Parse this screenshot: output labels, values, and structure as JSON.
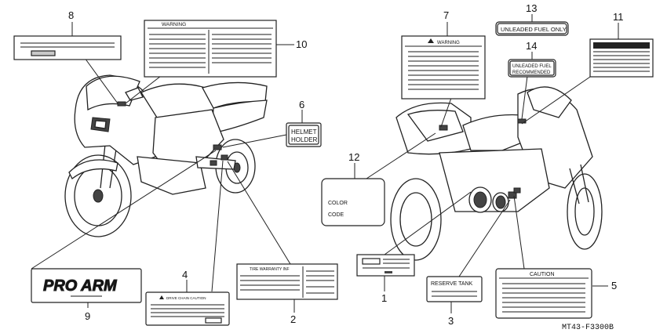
{
  "parts": [
    {
      "ref": "1"
    },
    {
      "ref": "2"
    },
    {
      "ref": "3"
    },
    {
      "ref": "4"
    },
    {
      "ref": "5"
    },
    {
      "ref": "6"
    },
    {
      "ref": "7"
    },
    {
      "ref": "8"
    },
    {
      "ref": "9"
    },
    {
      "ref": "10"
    },
    {
      "ref": "11"
    },
    {
      "ref": "12"
    },
    {
      "ref": "13"
    },
    {
      "ref": "14"
    }
  ],
  "labels": {
    "warning_10": "WARNING",
    "warning_7": "WARNING",
    "helmet_line1": "HELMET",
    "helmet_line2": "HOLDER",
    "unleaded_only": "UNLEADED FUEL ONLY",
    "unleaded_rec_line1": "UNLEADED FUEL",
    "unleaded_rec_line2": "RECOMMENDED",
    "color": "COLOR",
    "code": "CODE",
    "pro_arm": "PRO ARM",
    "drive_chain": "DRIVE CHAIN CAUTION",
    "tire_warranty": "TIRE WARRANTY INF",
    "reserve_tank": "RESERVE TANK",
    "caution": "CAUTION"
  },
  "diagram_code": "MT43-F3300B"
}
